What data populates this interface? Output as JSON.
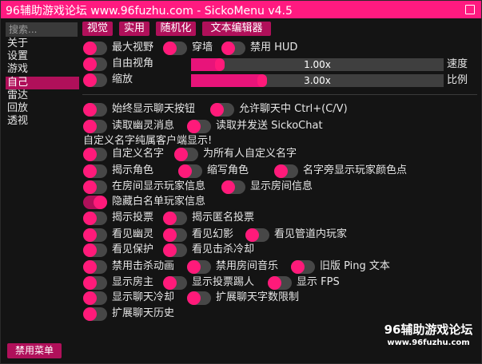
{
  "window": {
    "title": "96辅助游戏论坛 www.96fuzhu.com - SickoMenu v4.5"
  },
  "sidebar": {
    "search_placeholder": "搜索...",
    "items": [
      {
        "label": "关于"
      },
      {
        "label": "设置"
      },
      {
        "label": "游戏"
      },
      {
        "label": "自己",
        "active": true
      },
      {
        "label": "雷达"
      },
      {
        "label": "回放"
      },
      {
        "label": "透视"
      }
    ],
    "bottom_button": "禁用菜单"
  },
  "tabs": [
    {
      "label": "视觉"
    },
    {
      "label": "实用"
    },
    {
      "label": "随机化"
    },
    {
      "label": "文本编辑器"
    }
  ],
  "visual": {
    "max_fov": "最大视野",
    "noclip": "穿墙",
    "disable_hud": "禁用 HUD",
    "free_cam": "自由视角",
    "zoom": "缩放",
    "speed_value": "1.00x",
    "speed_value_num": 1.0,
    "speed_label": "速度",
    "zoom_value": "3.00x",
    "zoom_value_num": 3.0,
    "ratio_label": "比例"
  },
  "chat": {
    "always_show_chat": "始终显示聊天按钮",
    "allow_ctrl_cv": "允许聊天中 Ctrl+(C/V)",
    "read_ghost": "读取幽灵消息",
    "read_send_sickochat": "读取并发送 SickoChat"
  },
  "section_header": "自定义名字纯属客户端显示!",
  "names": {
    "custom_name": "自定义名字",
    "custom_name_all": "为所有人自定义名字",
    "reveal_roles": "揭示角色",
    "abbrev_roles": "缩写角色",
    "show_color_dot": "名字旁显示玩家颜色点",
    "show_player_info_lobby": "在房间显示玩家信息",
    "show_lobby_info": "显示房间信息",
    "hide_whitelist": "隐藏白名单玩家信息",
    "reveal_votes": "揭示投票",
    "reveal_anon_votes": "揭示匿名投票",
    "see_ghosts": "看见幽灵",
    "see_phantoms": "看见幻影",
    "see_vent_players": "看见管道内玩家",
    "see_protect": "看见保护",
    "see_kill_cd": "看见击杀冷却",
    "disable_kill_anim": "禁用击杀动画",
    "disable_lobby_music": "禁用房间音乐",
    "old_ping_text": "旧版 Ping 文本",
    "show_host": "显示房主",
    "show_vote_kicks": "显示投票踢人",
    "show_fps": "显示 FPS",
    "show_chat_cd": "显示聊天冷却",
    "extend_chat_limit": "扩展聊天字数限制",
    "extend_chat_history": "扩展聊天历史"
  },
  "watermark": {
    "line1": "96辅助游戏论坛",
    "line2": "www.96fuzhu.com"
  }
}
